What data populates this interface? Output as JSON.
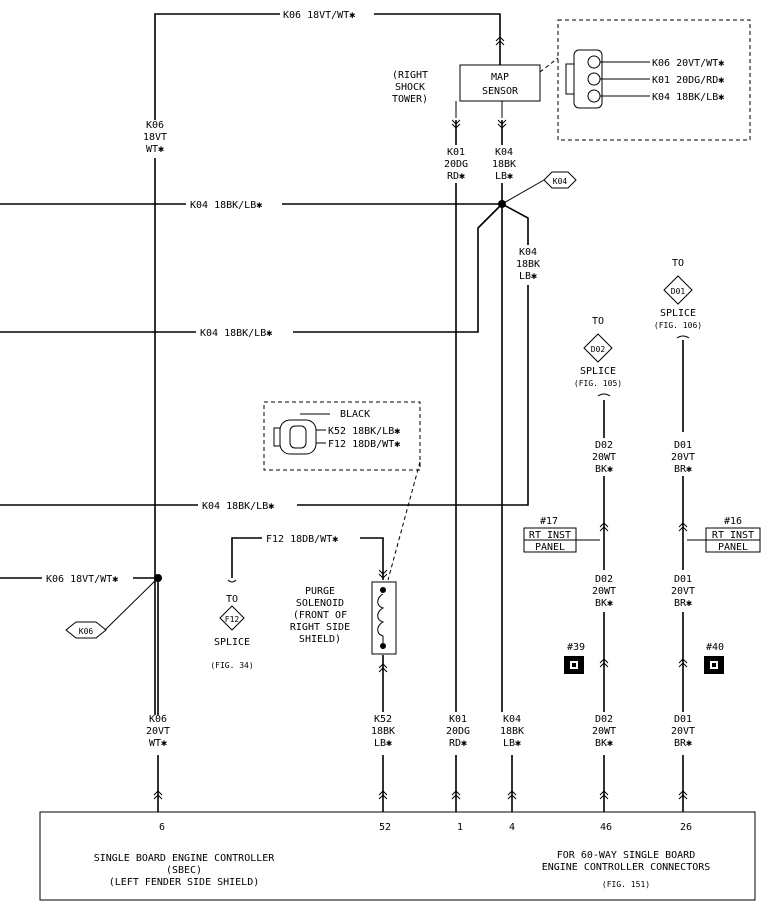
{
  "wires": {
    "top_k06": "K06 18VT/WT✱",
    "k06_left_1": "K06",
    "k06_left_2": "18VT",
    "k06_left_3": "WT✱",
    "k04_row1": "K04 18BK/LB✱",
    "k04_row2": "K04 18BK/LB✱",
    "k04_row3": "K04 18BK/LB✱",
    "k06_row4": "K06 18VT/WT✱",
    "k01_upper_1": "K01",
    "k01_upper_2": "20DG",
    "k01_upper_3": "RD✱",
    "k04_upper_1": "K04",
    "k04_upper_2": "18BK",
    "k04_upper_3": "LB✱",
    "k04_mid_1": "K04",
    "k04_mid_2": "18BK",
    "k04_mid_3": "LB✱",
    "f12_wire": "F12 18DB/WT✱",
    "d02_a_1": "D02",
    "d02_a_2": "20WT",
    "d02_a_3": "BK✱",
    "d02_b_1": "D02",
    "d02_b_2": "20WT",
    "d02_b_3": "BK✱",
    "d02_c_1": "D02",
    "d02_c_2": "20WT",
    "d02_c_3": "BK✱",
    "d01_a_1": "D01",
    "d01_a_2": "20VT",
    "d01_a_3": "BR✱",
    "d01_b_1": "D01",
    "d01_b_2": "20VT",
    "d01_b_3": "BR✱",
    "d01_c_1": "D01",
    "d01_c_2": "20VT",
    "d01_c_3": "BR✱",
    "k06_low_1": "K06",
    "k06_low_2": "20VT",
    "k06_low_3": "WT✱",
    "k52_low_1": "K52",
    "k52_low_2": "18BK",
    "k52_low_3": "LB✱",
    "k01_low_1": "K01",
    "k01_low_2": "20DG",
    "k01_low_3": "RD✱",
    "k04_low_1": "K04",
    "k04_low_2": "18BK",
    "k04_low_3": "LB✱"
  },
  "map_sensor": {
    "label_1": "MAP",
    "label_2": "SENSOR",
    "loc_1": "(RIGHT",
    "loc_2": "SHOCK",
    "loc_3": "TOWER)",
    "pins": [
      "K06 20VT/WT✱",
      "K01 20DG/RD✱",
      "K04 18BK/LB✱"
    ]
  },
  "purge": {
    "connector_color": "BLACK",
    "pins": [
      "K52 18BK/LB✱",
      "F12 18DB/WT✱"
    ],
    "label_1": "PURGE",
    "label_2": "SOLENOID",
    "label_3": "(FRONT OF",
    "label_4": "RIGHT SIDE",
    "label_5": "SHIELD)"
  },
  "splices": {
    "k04": "K04",
    "k06": "K06",
    "f12": {
      "to": "TO",
      "id": "F12",
      "name": "SPLICE",
      "ref": "(FIG. 34)"
    },
    "d02": {
      "to": "TO",
      "id": "D02",
      "name": "SPLICE",
      "ref": "(FIG. 105)"
    },
    "d01": {
      "to": "TO",
      "id": "D01",
      "name": "SPLICE",
      "ref": "(FIG. 106)"
    }
  },
  "inline_connectors": {
    "c17": {
      "num": "#17",
      "line1": "RT INST",
      "line2": "PANEL"
    },
    "c16": {
      "num": "#16",
      "line1": "RT INST",
      "line2": "PANEL"
    }
  },
  "grounds": {
    "g39": "#39",
    "g40": "#40"
  },
  "controller": {
    "pins": [
      "6",
      "52",
      "1",
      "4",
      "46",
      "26"
    ],
    "name_1": "SINGLE BOARD ENGINE CONTROLLER",
    "name_2": "(SBEC)",
    "name_3": "(LEFT FENDER SIDE SHIELD)",
    "note_1": "FOR 60-WAY SINGLE BOARD",
    "note_2": "ENGINE CONTROLLER CONNECTORS",
    "note_3": "(FIG. 151)"
  }
}
